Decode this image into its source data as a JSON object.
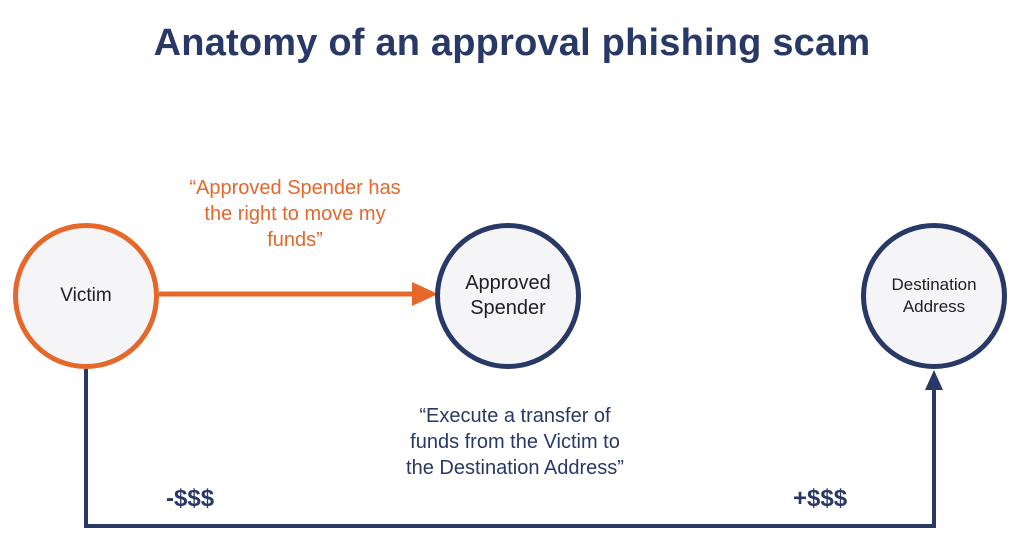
{
  "title": "Anatomy of an approval phishing scam",
  "nodes": {
    "victim": {
      "label": "Victim"
    },
    "spender": {
      "line1": "Approved",
      "line2": "Spender"
    },
    "destination": {
      "line1": "Destination",
      "line2": "Address"
    }
  },
  "quotes": {
    "approval": {
      "line1": "“Approved Spender has",
      "line2": "the right to move my",
      "line3": "funds”"
    },
    "transfer": {
      "line1": "“Execute a transfer of",
      "line2": "funds from the Victim to",
      "line3": "the Destination Address”"
    }
  },
  "amounts": {
    "debit": "-$$$",
    "credit": "+$$$"
  },
  "colors": {
    "navy": "#283867",
    "orange": "#e5672a",
    "node_fill": "#f5f5f7"
  }
}
